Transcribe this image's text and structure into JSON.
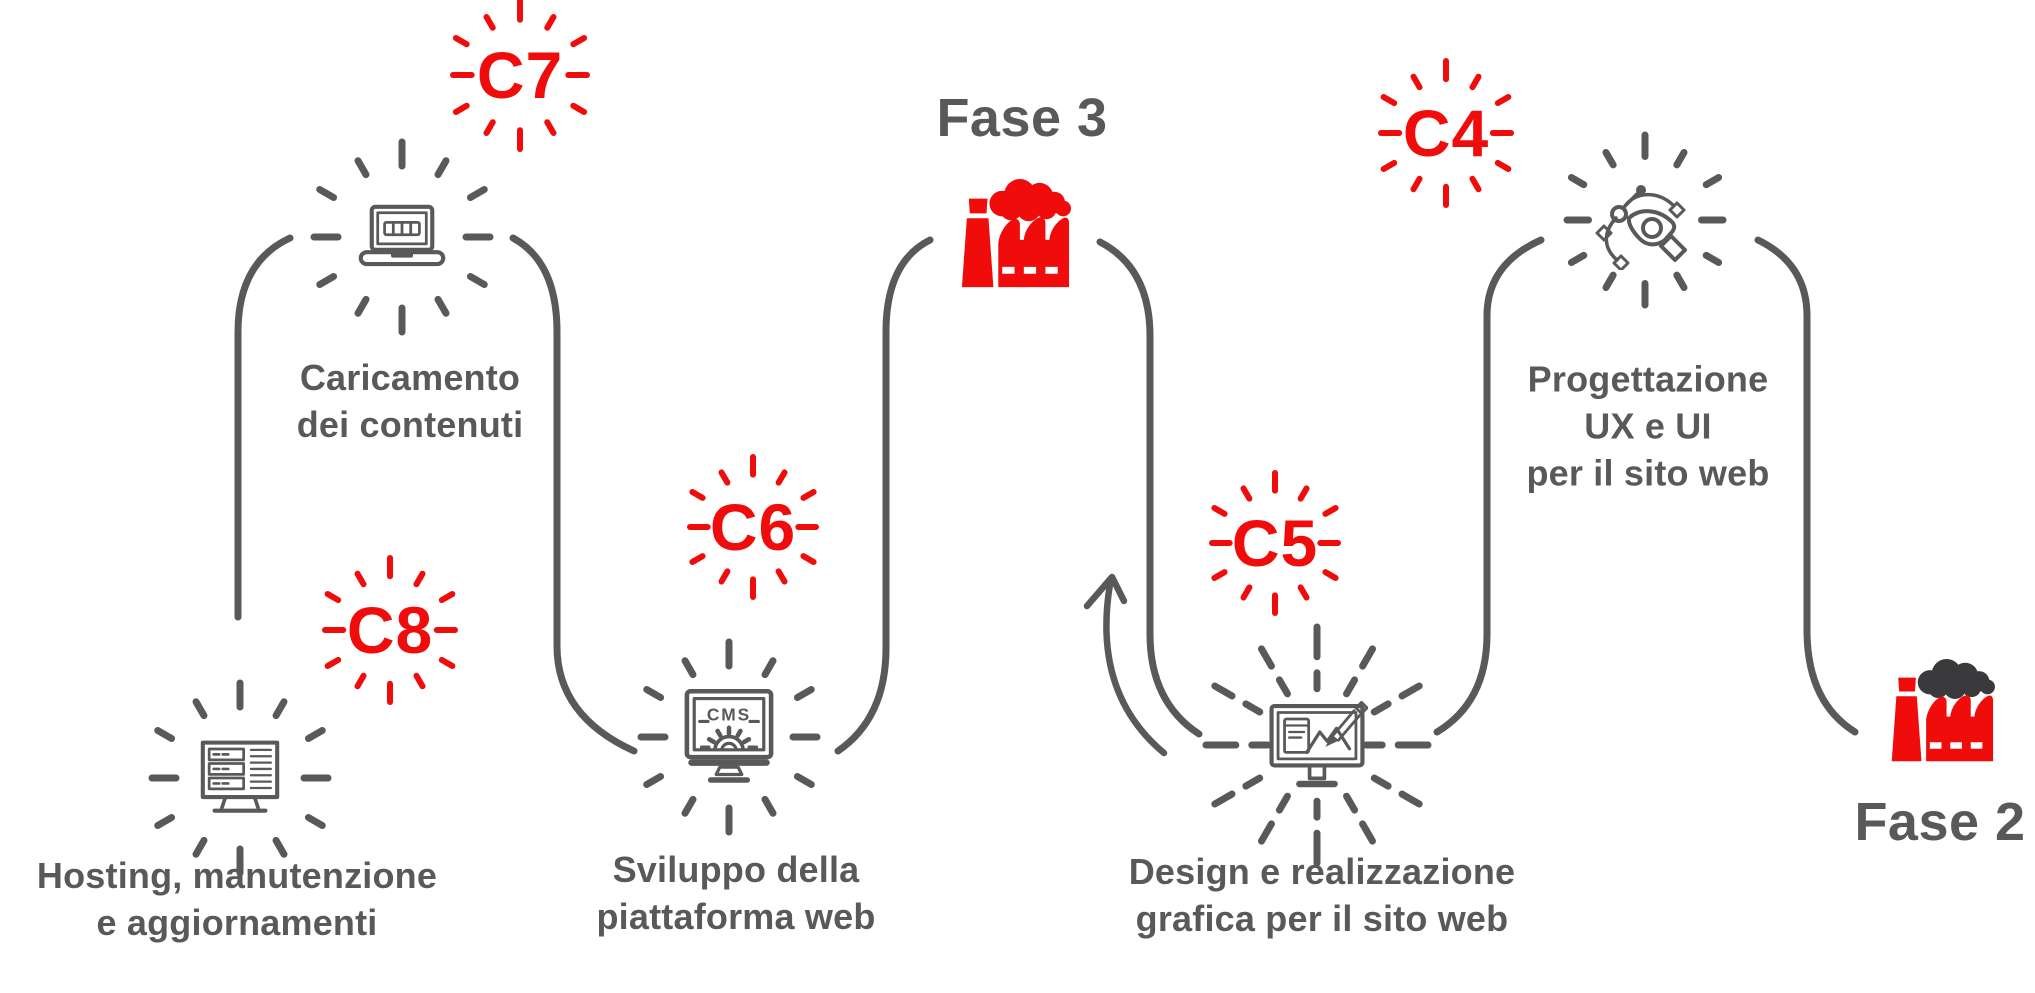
{
  "palette": {
    "red": "#F10C0C",
    "gray": "#58595B",
    "smoke_dark": "#3A3A3C"
  },
  "phases": [
    {
      "label": "Fase 3"
    },
    {
      "label": "Fase 2"
    }
  ],
  "steps": [
    {
      "code": "C7",
      "lines": [
        "Caricamento",
        "dei contenuti"
      ]
    },
    {
      "code": "C8",
      "lines": [
        "Hosting, manutenzione",
        "e aggiornamenti"
      ]
    },
    {
      "code": "C6",
      "lines": [
        "Sviluppo della",
        "piattaforma web"
      ]
    },
    {
      "code": "C5",
      "lines": [
        "Design e realizzazione",
        "grafica per il sito web"
      ]
    },
    {
      "code": "C4",
      "lines": [
        "Progettazione",
        "UX e UI",
        "per il sito web"
      ]
    }
  ],
  "icons": {
    "cms_screen_label": "CMS"
  }
}
